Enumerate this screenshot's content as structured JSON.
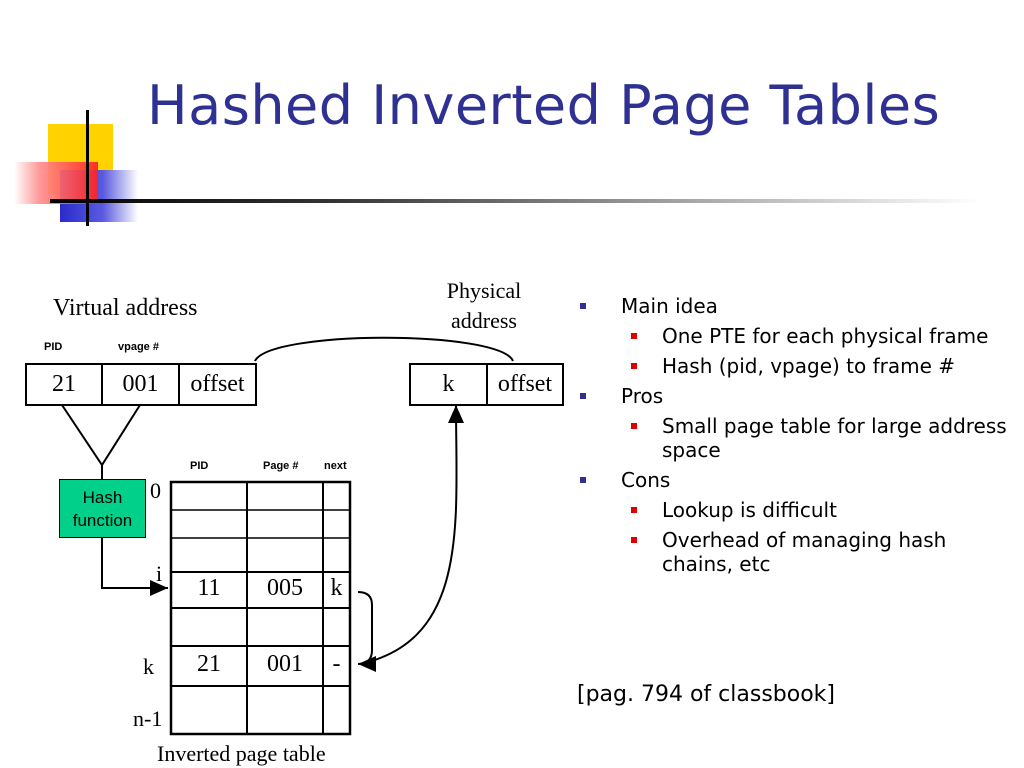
{
  "slide": {
    "title": "Hashed Inverted Page Tables"
  },
  "diagram": {
    "virtual_address_label": "Virtual address",
    "physical_address_label_line1": "Physical",
    "physical_address_label_line2": "address",
    "va_header_pid": "PID",
    "va_header_vpage": "vpage #",
    "va_pid": "21",
    "va_vpage": "001",
    "va_offset": "offset",
    "pa_frame": "k",
    "pa_offset": "offset",
    "hash_line1": "Hash",
    "hash_line2": "function",
    "table_header_pid": "PID",
    "table_header_page": "Page #",
    "table_header_next": "next",
    "row_label_0": "0",
    "row_label_i": "i",
    "row_label_k": "k",
    "row_label_n1": "n-1",
    "row_i": {
      "pid": "11",
      "page": "005",
      "next": "k"
    },
    "row_k": {
      "pid": "21",
      "page": "001",
      "next": "-"
    },
    "table_caption": "Inverted page table"
  },
  "bullets": {
    "main_idea": "Main idea",
    "main_idea_1": "One PTE for each physical frame",
    "main_idea_2": "Hash (pid, vpage) to frame #",
    "pros": "Pros",
    "pros_1": "Small page table for large address space",
    "cons": "Cons",
    "cons_1": "Lookup is difficult",
    "cons_2": "Overhead of managing hash chains, etc"
  },
  "reference": "[pag. 794 of classbook]",
  "colors": {
    "title": "#2e3192",
    "hash_box": "#00d08a",
    "bullet_level1": "#2e3192",
    "bullet_level2": "#e00000"
  }
}
